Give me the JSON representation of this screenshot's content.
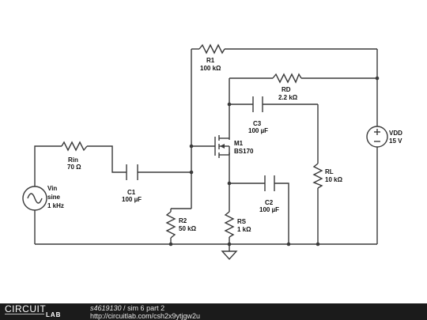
{
  "components": {
    "vin": {
      "name": "Vin",
      "wave": "sine",
      "freq": "1 kHz"
    },
    "rin": {
      "name": "Rin",
      "value": "70 Ω"
    },
    "c1": {
      "name": "C1",
      "value": "100 µF"
    },
    "r1": {
      "name": "R1",
      "value": "100 kΩ"
    },
    "r2": {
      "name": "R2",
      "value": "50 kΩ"
    },
    "rd": {
      "name": "RD",
      "value": "2.2 kΩ"
    },
    "c3": {
      "name": "C3",
      "value": "100 µF"
    },
    "m1": {
      "name": "M1",
      "part": "BS170"
    },
    "rs": {
      "name": "RS",
      "value": "1 kΩ"
    },
    "c2": {
      "name": "C2",
      "value": "100 µF"
    },
    "rl": {
      "name": "RL",
      "value": "10 kΩ"
    },
    "vdd": {
      "name": "VDD",
      "value": "15 V"
    }
  },
  "footer": {
    "logo_top": "CIRCUIT",
    "logo_bottom": "LAB",
    "sim_id": "s4619130",
    "separator": " / ",
    "sim_title": "sim 6 part 2",
    "url": "http://circuitlab.com/csh2x9ytjgw2u"
  }
}
